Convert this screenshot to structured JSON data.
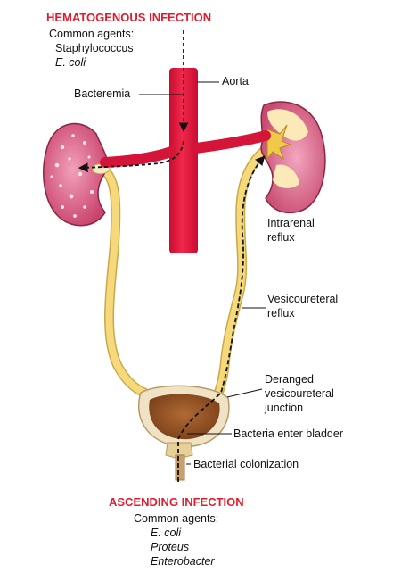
{
  "colors": {
    "header": "#e21b2d",
    "aorta": "#e8123a",
    "ureter": "#f5d97a",
    "ureter_edge": "#c9a94a",
    "kidney_left": "#d9587f",
    "kidney_right": "#d8557a",
    "bladder_wall": "#f0e2c4",
    "bladder_inner": "#9b5a2c",
    "leader": "#111111"
  },
  "hematogenous": {
    "title": "HEMATOGENOUS INFECTION",
    "agents_label": "Common agents:",
    "agents": [
      "Staphylococcus",
      "E. coli"
    ]
  },
  "ascending": {
    "title": "ASCENDING INFECTION",
    "agents_label": "Common agents:",
    "agents": [
      "E. coli",
      "Proteus",
      "Enterobacter"
    ]
  },
  "labels": {
    "aorta": "Aorta",
    "bacteremia": "Bacteremia",
    "intrarenal": [
      "Intrarenal",
      "reflux"
    ],
    "vesicoureteral": [
      "Vesicoureteral",
      "reflux"
    ],
    "deranged": [
      "Deranged",
      "vesicoureteral",
      "junction"
    ],
    "enter_bladder": "Bacteria enter bladder",
    "colonization": "Bacterial colonization"
  }
}
